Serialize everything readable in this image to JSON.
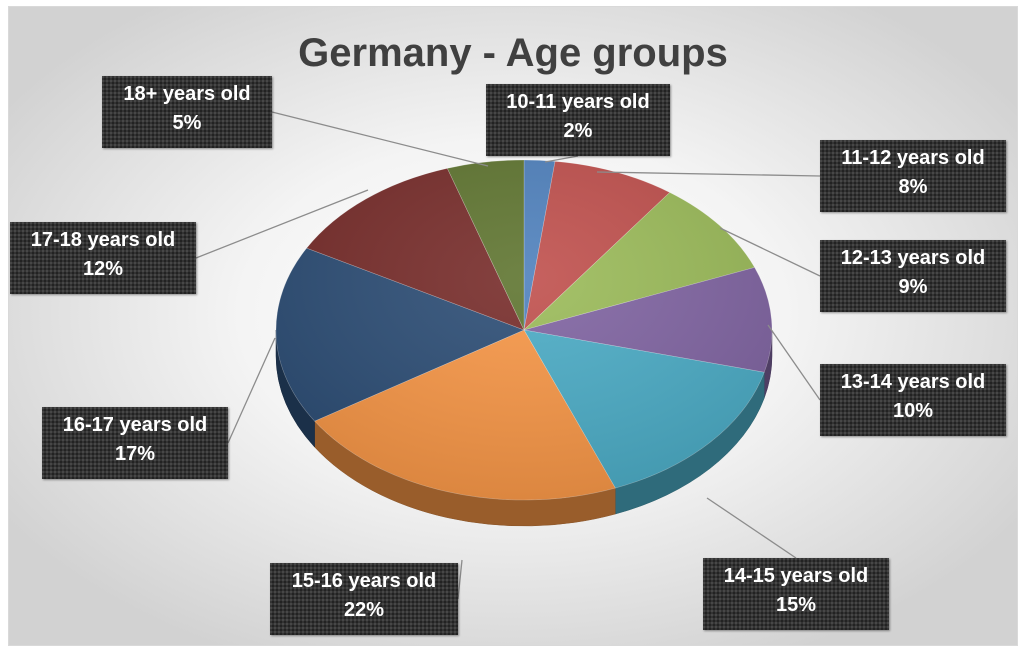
{
  "chart_data": {
    "type": "pie",
    "title": "Germany - Age groups",
    "slices": [
      {
        "label": "10-11 years old",
        "value": 2,
        "value_label": "2%",
        "color": "#4f81bd"
      },
      {
        "label": "11-12 years old",
        "value": 8,
        "value_label": "8%",
        "color": "#c0504d"
      },
      {
        "label": "12-13 years old",
        "value": 9,
        "value_label": "9%",
        "color": "#9bbb59"
      },
      {
        "label": "13-14 years old",
        "value": 10,
        "value_label": "10%",
        "color": "#8064a2"
      },
      {
        "label": "14-15 years old",
        "value": 15,
        "value_label": "15%",
        "color": "#4bacc6"
      },
      {
        "label": "15-16 years old",
        "value": 22,
        "value_label": "22%",
        "color": "#f79646"
      },
      {
        "label": "16-17 years old",
        "value": 17,
        "value_label": "17%",
        "color": "#2c4d75"
      },
      {
        "label": "17-18 years old",
        "value": 12,
        "value_label": "12%",
        "color": "#772c2a"
      },
      {
        "label": "18+ years old",
        "value": 5,
        "value_label": "5%",
        "color": "#5f7530"
      }
    ],
    "legend": "none",
    "data_labels": "callout"
  }
}
